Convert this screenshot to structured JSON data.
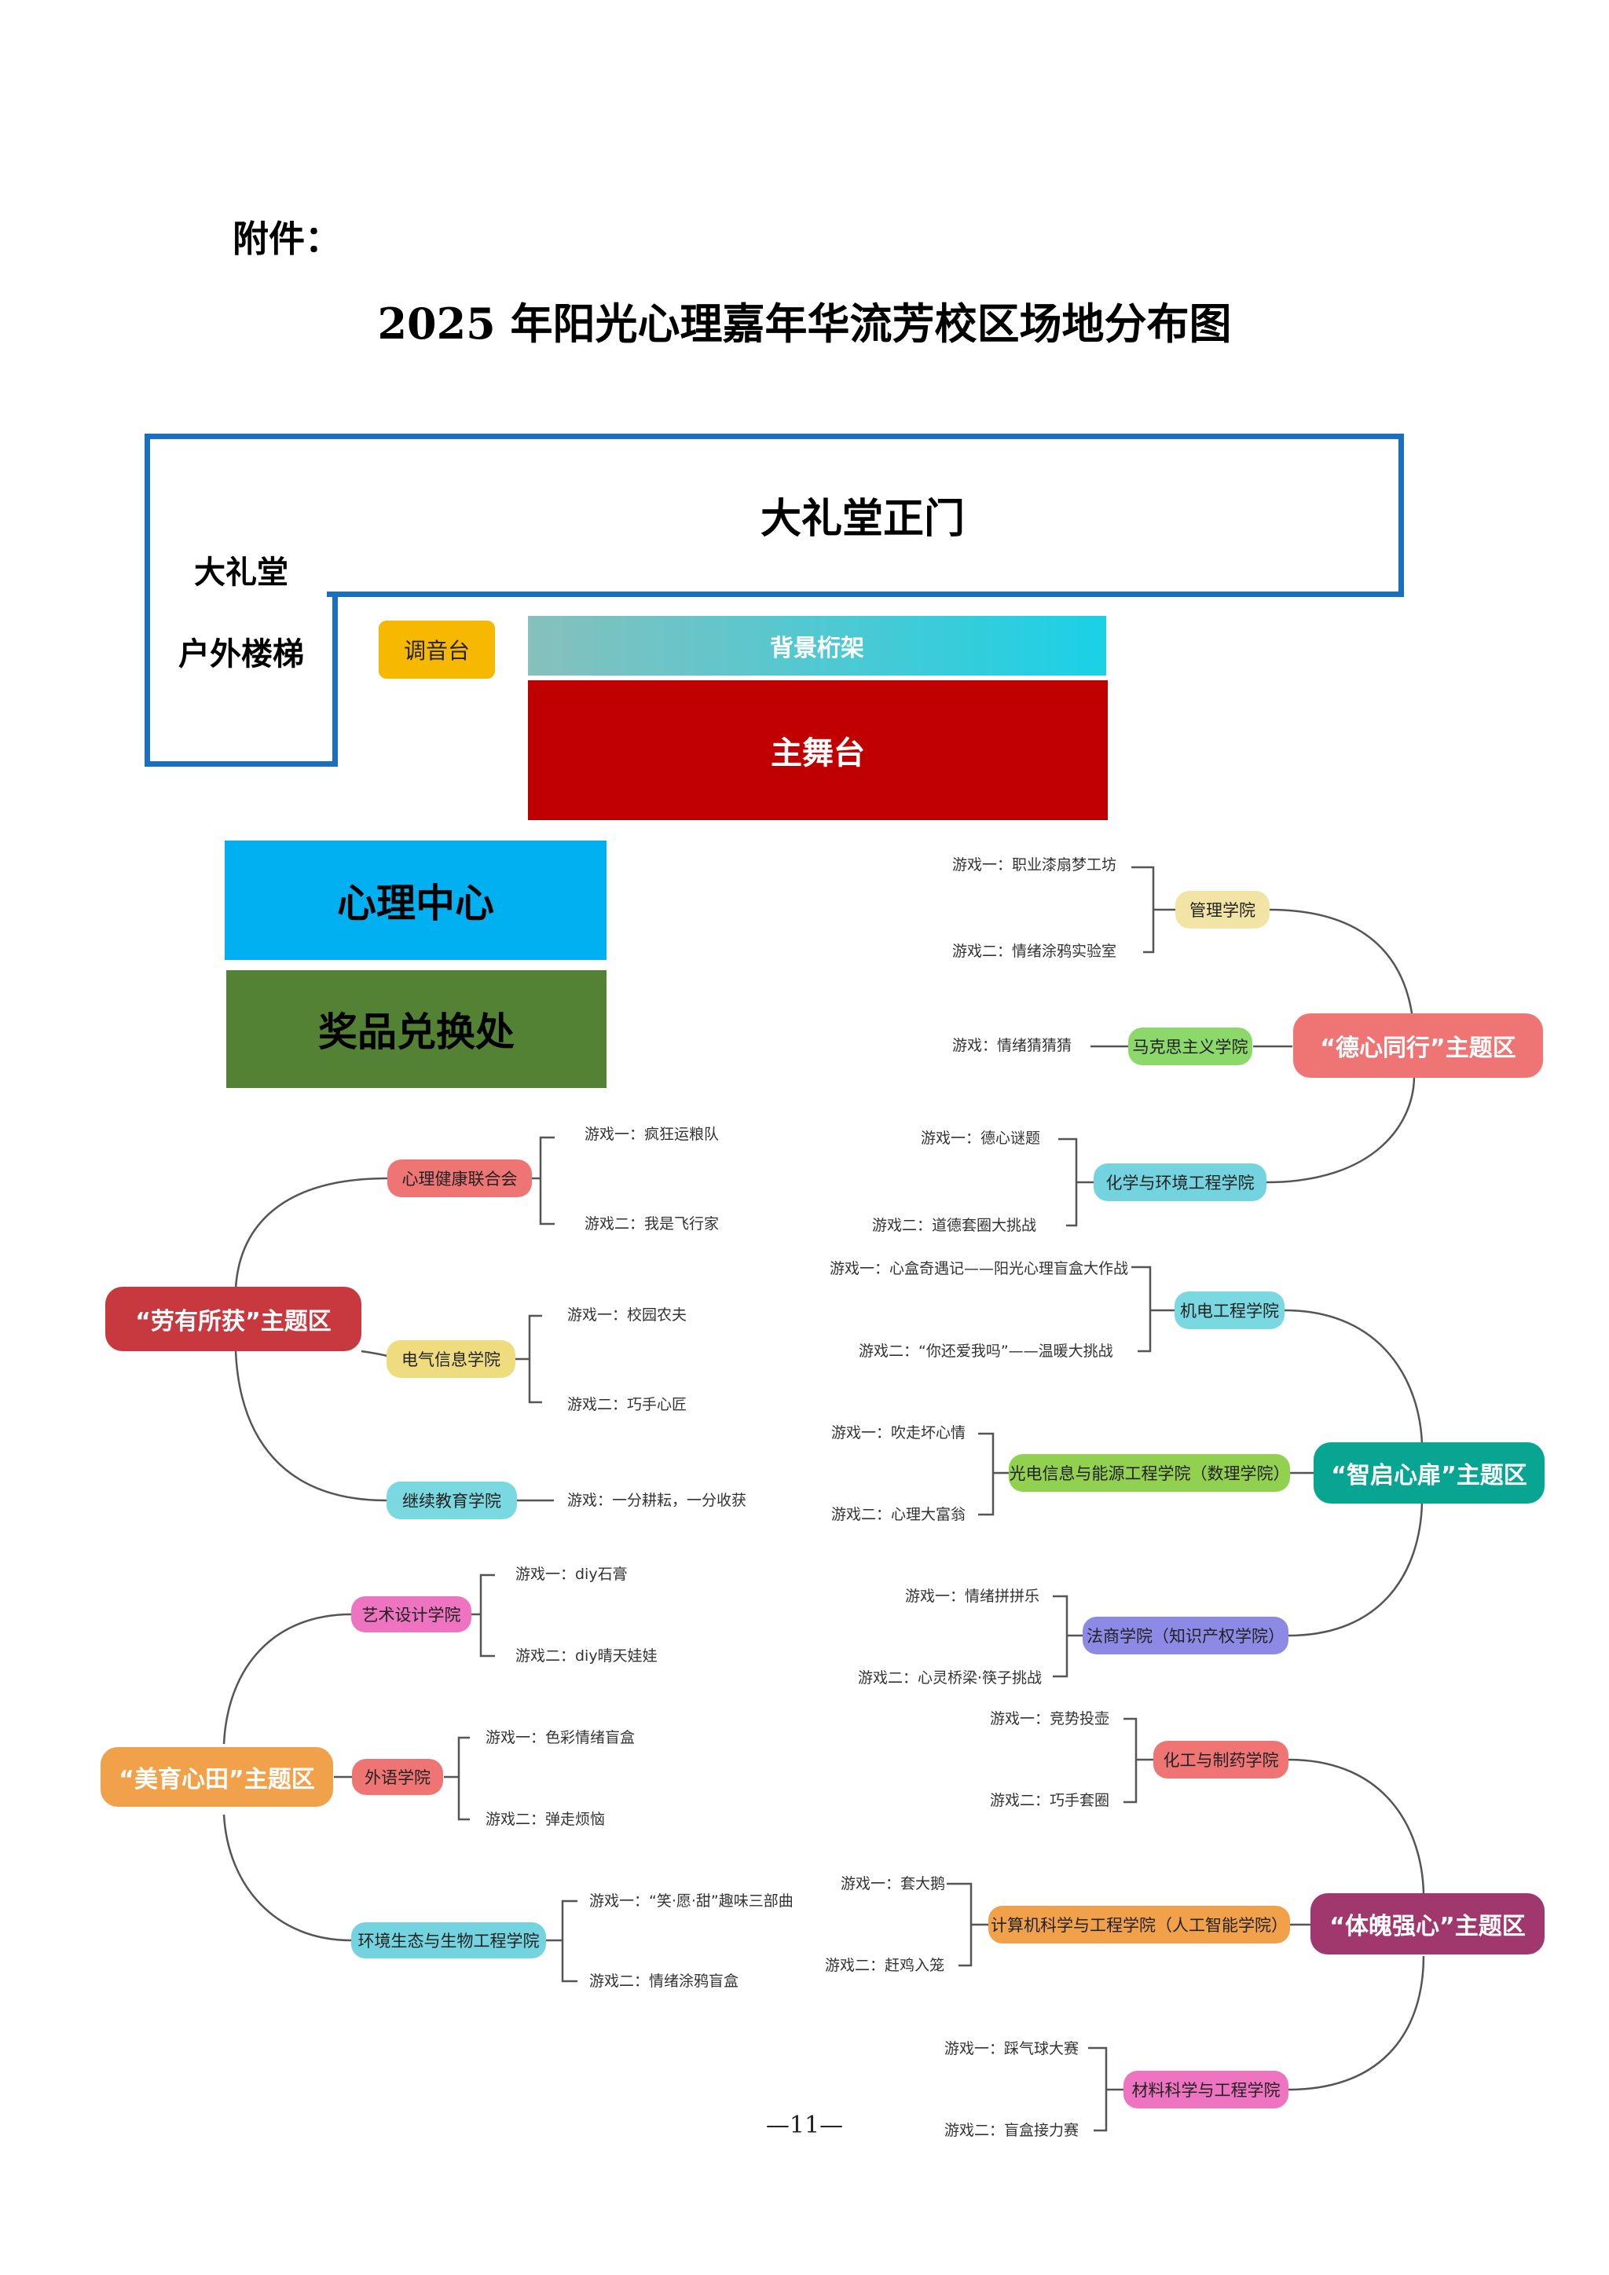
{
  "attachment_label": "附件：",
  "page_title": "2025 年阳光心理嘉年华流芳校区场地分布图",
  "venue": {
    "stairs_line1": "大礼堂",
    "stairs_line2": "户外楼梯",
    "main_door": "大礼堂正门",
    "sound_desk": "调音台",
    "backdrop": "背景桁架",
    "main_stage": "主舞台",
    "psych_center": "心理中心",
    "prize_exchange": "奖品兑换处"
  },
  "colors": {
    "frame_blue": "#1b6fc0",
    "sound_desk": "#f7b800",
    "backdrop_left": "#87c0bc",
    "backdrop_right": "#1ad1e6",
    "main_stage": "#c00000",
    "psych_center": "#00b0f0",
    "prize_exchange": "#548235",
    "line": "#555555"
  },
  "zones": {
    "dexin": {
      "label": "“德心同行”主题区",
      "color": "#ef7474",
      "colleges": [
        {
          "name": "管理学院",
          "color": "#f2e4a4",
          "games": [
            "游戏一：职业漆扇梦工坊",
            "游戏二：情绪涂鸦实验室"
          ]
        },
        {
          "name": "马克思主义学院",
          "color": "#8cd86b",
          "games": [
            "游戏：情绪猜猜猜"
          ]
        },
        {
          "name": "化学与环境工程学院",
          "color": "#73d4df",
          "games": [
            "游戏一：德心谜题",
            "游戏二：道德套圈大挑战"
          ]
        }
      ]
    },
    "laoyou": {
      "label": "“劳有所获”主题区",
      "color": "#c8393f",
      "colleges": [
        {
          "name": "心理健康联合会",
          "color": "#ef7474",
          "games": [
            "游戏一：疯狂运粮队",
            "游戏二：我是飞行家"
          ]
        },
        {
          "name": "电气信息学院",
          "color": "#eedc7e",
          "games": [
            "游戏一：校园农夫",
            "游戏二：巧手心匠"
          ]
        },
        {
          "name": "继续教育学院",
          "color": "#7ad8e0",
          "games": [
            "游戏：一分耕耘，一分收获"
          ]
        }
      ]
    },
    "zhiqi": {
      "label": "“智启心扉”主题区",
      "color": "#08a592",
      "colleges": [
        {
          "name": "机电工程学院",
          "color": "#7ad8e0",
          "games": [
            "游戏一：心盒奇遇记——阳光心理盲盒大作战",
            "游戏二：“你还爱我吗”——温暖大挑战"
          ]
        },
        {
          "name": "光电信息与能源工程学院（数理学院）",
          "color": "#92d050",
          "games": [
            "游戏一：吹走坏心情",
            "游戏二：心理大富翁"
          ]
        },
        {
          "name": "法商学院（知识产权学院）",
          "color": "#8d8ae6",
          "games": [
            "游戏一：情绪拼拼乐",
            "游戏二：心灵桥梁·筷子挑战"
          ]
        }
      ]
    },
    "meiyu": {
      "label": "“美育心田”主题区",
      "color": "#f0a14a",
      "colleges": [
        {
          "name": "艺术设计学院",
          "color": "#ee73c0",
          "games": [
            "游戏一：diy石膏",
            "游戏二：diy晴天娃娃"
          ]
        },
        {
          "name": "外语学院",
          "color": "#ef7474",
          "games": [
            "游戏一：色彩情绪盲盒",
            "游戏二：弹走烦恼"
          ]
        },
        {
          "name": "环境生态与生物工程学院",
          "color": "#73d4df",
          "games": [
            "游戏一：“笑·愿·甜”趣味三部曲",
            "游戏二：情绪涂鸦盲盒"
          ]
        }
      ]
    },
    "tipo": {
      "label": "“体魄强心”主题区",
      "color": "#a0386e",
      "colleges": [
        {
          "name": "化工与制药学院",
          "color": "#ef7474",
          "games": [
            "游戏一：竞势投壶",
            "游戏二：巧手套圈"
          ]
        },
        {
          "name": "计算机科学与工程学院（人工智能学院）",
          "color": "#f0a14a",
          "games": [
            "游戏一：套大鹅",
            "游戏二：赶鸡入笼"
          ]
        },
        {
          "name": "材料科学与工程学院",
          "color": "#ee73c0",
          "games": [
            "游戏一：踩气球大赛",
            "游戏二：盲盒接力赛"
          ]
        }
      ]
    }
  },
  "page_number": "—11—"
}
